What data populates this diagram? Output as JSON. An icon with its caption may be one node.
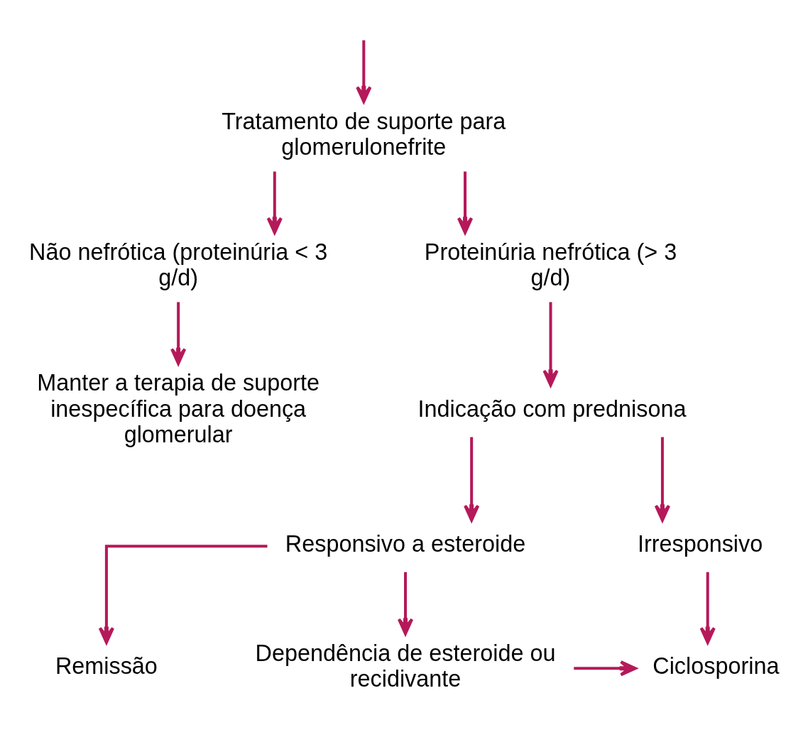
{
  "diagram": {
    "nodes": [
      {
        "text": [
          "Tratamento de suporte para glomerulonefrite"
        ]
      },
      {
        "text": [
          "Não nefrótica (proteinúria < 3 g/d)"
        ]
      },
      {
        "text": [
          "Proteinúria nefrótica (> 3 g/d)"
        ]
      },
      {
        "text": [
          "Manter a terapia de suporte inespecífica para doença glomerular"
        ]
      },
      {
        "text": [
          "Indicação com prednisona"
        ]
      },
      {
        "text": [
          "Responsivo a esteroide"
        ]
      },
      {
        "text": [
          "Irresponsivo"
        ]
      },
      {
        "text": [
          "Remissão"
        ]
      },
      {
        "text": [
          "Dependência de esteroide ou recidivante"
        ]
      },
      {
        "text": [
          "Ciclosporina"
        ]
      }
    ],
    "edges": [
      {
        "from": null,
        "to": 0,
        "arrow": "to"
      },
      {
        "from": 0,
        "to": 1,
        "arrow": "to"
      },
      {
        "from": 0,
        "to": 2,
        "arrow": "to"
      },
      {
        "from": 1,
        "to": 3,
        "arrow": "to"
      },
      {
        "from": 2,
        "to": 4,
        "arrow": "to"
      },
      {
        "from": 4,
        "to": 5,
        "arrow": "to"
      },
      {
        "from": 4,
        "to": 6,
        "arrow": "to"
      },
      {
        "from": 5,
        "to": 7,
        "arrow": "to"
      },
      {
        "from": 5,
        "to": 8,
        "arrow": "to"
      },
      {
        "from": 6,
        "to": 9,
        "arrow": "to"
      },
      {
        "from": 8,
        "to": 9,
        "arrow": "to"
      }
    ]
  }
}
